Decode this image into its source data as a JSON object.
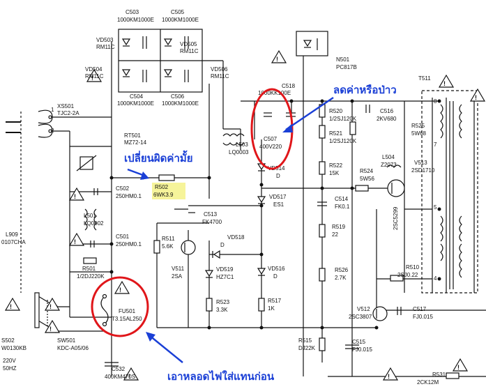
{
  "annotations": {
    "top_right": "ลดค่าหรือป่าว",
    "middle_left": "เปลี่ยนผิดค่ามั้ย",
    "bottom": "เอาหลอดไฟใส่แทนก่อน"
  },
  "annotation_color": "#1a3fd6",
  "highlight_color": "#f6f49a",
  "circle_color": "#e0161a",
  "labels": {
    "c503": "C503",
    "c503v": "1000KM1000E",
    "c505": "C505",
    "c505v": "1000KM1000E",
    "vd503": "VD503",
    "vd503v": "RM11C",
    "vd505": "VD505",
    "vd505v": "RM11C",
    "vd504": "VD504",
    "vd504v": "RM11C",
    "vd506": "VD506",
    "vd506v": "RM11C",
    "c504": "C504",
    "c504v": "1000KM1000E",
    "c506": "C506",
    "c506v": "1000KM1000E",
    "xs501": "XS501",
    "xs501v": "TJC2-2A",
    "rt501": "RT501",
    "rt501v": "MZ72-14",
    "r502": "R502",
    "r502v": "6WK3.9",
    "c502": "C502",
    "c502v": "250HM0.1",
    "l501": "L501",
    "l501v": "LQ0002",
    "c501": "C501",
    "c501v": "250HM0.1",
    "r501": "R501",
    "r501v": "1/2DJ220K",
    "l909": "L909",
    "l909v": "0107CHA",
    "fu501": "FU501",
    "fu501v": "T3.15AL250",
    "xs502": "S502",
    "xs502v": "W0130KB",
    "sw501": "SW501",
    "sw501v": "KDC-A05/06",
    "v220": "220V",
    "hz": "50HZ",
    "c532": "C532",
    "c532v": "400KM470S",
    "n501": "N501",
    "n501v": "PC817B",
    "c518": "C518",
    "c518v": "1000KK100E",
    "c507": "C507",
    "c507v": "400V220",
    "l503": "L503",
    "l503v": "LQ0003",
    "r520": "R520",
    "r520v": "1/2SJ120K",
    "r521": "R521",
    "r521v": "1/2SJ120K",
    "r522": "R522",
    "r522v": "15K",
    "c516": "C516",
    "c516v": "2KV680",
    "r525": "R525",
    "r525v": "5W68",
    "l504": "L504",
    "l504v": "Z2073",
    "v513": "V513",
    "v513v": "2SD1710",
    "r524": "R524",
    "r524v": "5W56",
    "t511": "T511",
    "vd514": "VD514",
    "vd514v": "D",
    "vd517": "VD517",
    "vd517v": "ES1",
    "c514": "C514",
    "c514v": "FK0.1",
    "c513": "C513",
    "c513v": "FK4700",
    "r519": "R519",
    "r519v": "22",
    "r511": "R511",
    "r511v": "5.6K",
    "vd518": "VD518",
    "vd518v": "D",
    "v511": "V511",
    "v511v": "2SA",
    "vd519": "VD519",
    "vd519v": "HZ7C1",
    "vd516": "VD516",
    "vd516v": "D",
    "r526": "R526",
    "r526v": "2.7K",
    "r523": "R523",
    "r523v": "3.3K",
    "r517": "R517",
    "r517v": "1K",
    "r510": "R510",
    "r510v": "2SJ0.22",
    "v512": "V512",
    "v512v": "2SC3807",
    "c517": "C517",
    "c517v": "FJ0.015",
    "r515": "R515",
    "r515v": "DJ22K",
    "c515": "C515",
    "c515v": "FJ0.015",
    "r531": "R531",
    "r531v": "2CK12M",
    "v513b": "2SC5299",
    "pin1": "1",
    "pin2": "2",
    "pin7": "7",
    "pin8": "8",
    "pin5": "5",
    "pin4": "4"
  }
}
